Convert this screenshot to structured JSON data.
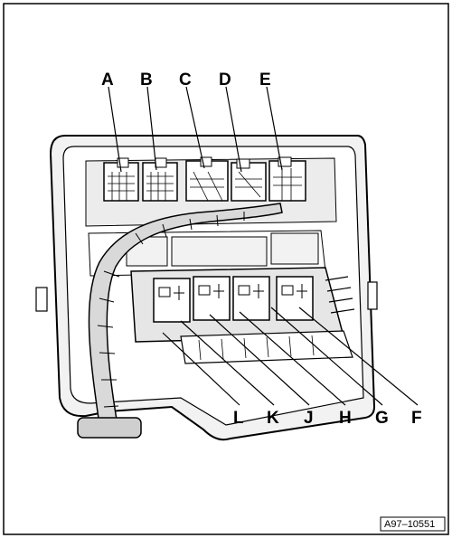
{
  "callouts": {
    "A": "A",
    "B": "B",
    "C": "C",
    "D": "D",
    "E": "E",
    "F": "F",
    "G": "G",
    "H": "H",
    "J": "J",
    "K": "K",
    "L": "L"
  },
  "figure_ref": "A97–10551",
  "colors": {
    "line": "#000000",
    "paper": "#ffffff",
    "shade": "#e6e6e6",
    "harness": "#d9d9d9"
  },
  "icons": {
    "relay": "relay-symbol-icon"
  }
}
